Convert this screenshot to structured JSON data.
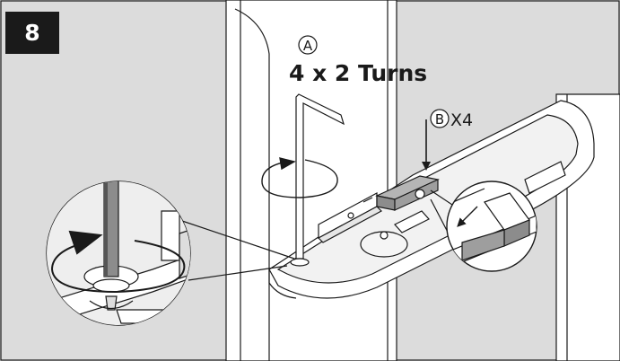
{
  "step": {
    "number": "8"
  },
  "labels": {
    "part_a": "A",
    "turns": "4 x 2 Turns",
    "part_b": "B",
    "part_b_qty": "X4"
  },
  "colors": {
    "background": "#dcdcdc",
    "panel": "#ffffff",
    "ink": "#1a1a1a",
    "badge_bg": "#1a1a1a",
    "badge_text": "#ffffff",
    "block_fill": "#8c8c8c"
  }
}
